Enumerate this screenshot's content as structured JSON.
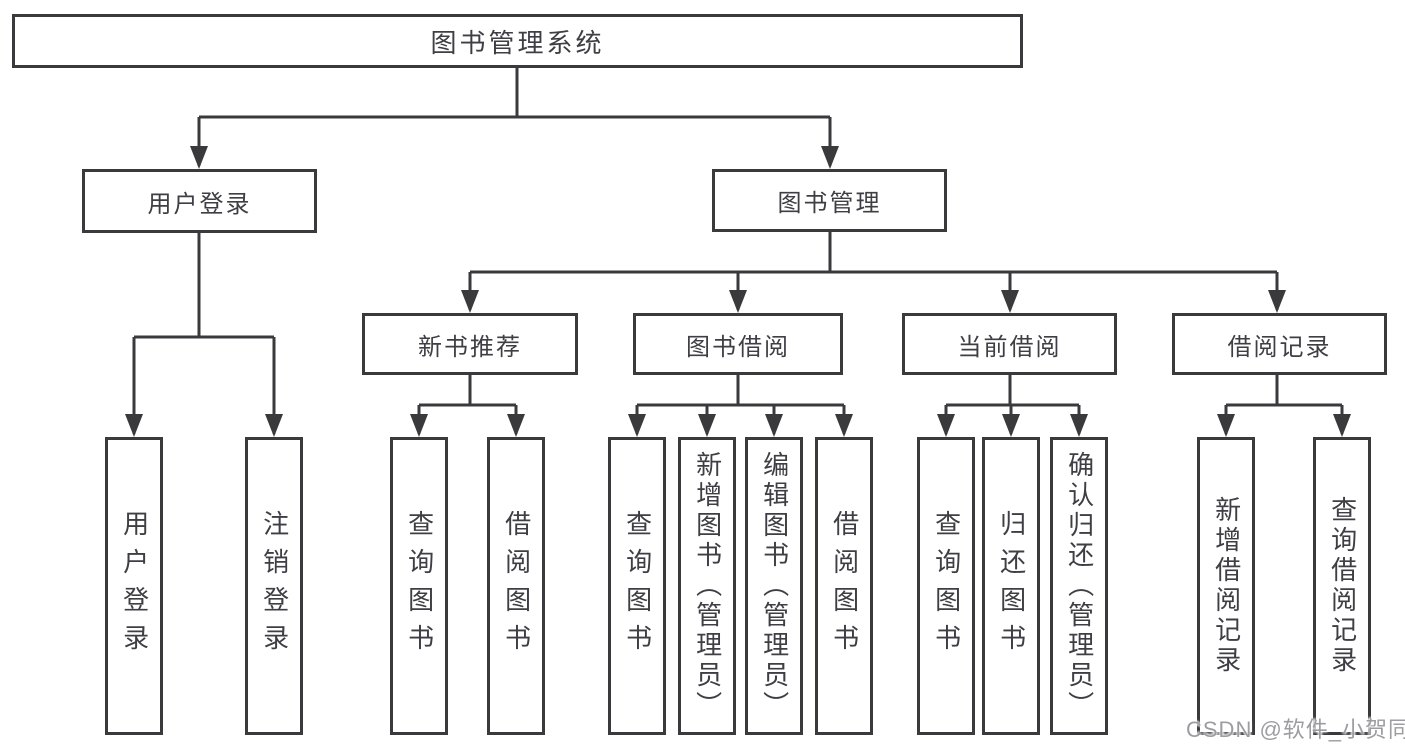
{
  "diagram": {
    "title": "图书管理系统",
    "root": {
      "label": "图书管理系统"
    },
    "level2": [
      {
        "label": "用户登录"
      },
      {
        "label": "图书管理"
      }
    ],
    "level3": [
      {
        "label": "新书推荐"
      },
      {
        "label": "图书借阅"
      },
      {
        "label": "当前借阅"
      },
      {
        "label": "借阅记录"
      }
    ],
    "leaves": [
      {
        "label": "用户登录",
        "parent": "用户登录"
      },
      {
        "label": "注销登录",
        "parent": "用户登录"
      },
      {
        "label": "查询图书",
        "parent": "新书推荐"
      },
      {
        "label": "借阅图书",
        "parent": "新书推荐"
      },
      {
        "label": "查询图书",
        "parent": "图书借阅"
      },
      {
        "label": "新增图书（管理员）",
        "parent": "图书借阅"
      },
      {
        "label": "编辑图书（管理员）",
        "parent": "图书借阅"
      },
      {
        "label": "借阅图书",
        "parent": "图书借阅"
      },
      {
        "label": "查询图书",
        "parent": "当前借阅"
      },
      {
        "label": "归还图书",
        "parent": "当前借阅"
      },
      {
        "label": "确认归还（管理员）",
        "parent": "当前借阅"
      },
      {
        "label": "新增借阅记录",
        "parent": "借阅记录"
      },
      {
        "label": "查询借阅记录",
        "parent": "借阅记录"
      }
    ],
    "colors": {
      "line": "#3a3a3c",
      "text": "#3e3e44",
      "box_background": "#ffffff",
      "page_background": "#ffffff",
      "watermark": "#9d9da1"
    }
  },
  "watermark": {
    "text": "CSDN @软件_小贺同学"
  }
}
